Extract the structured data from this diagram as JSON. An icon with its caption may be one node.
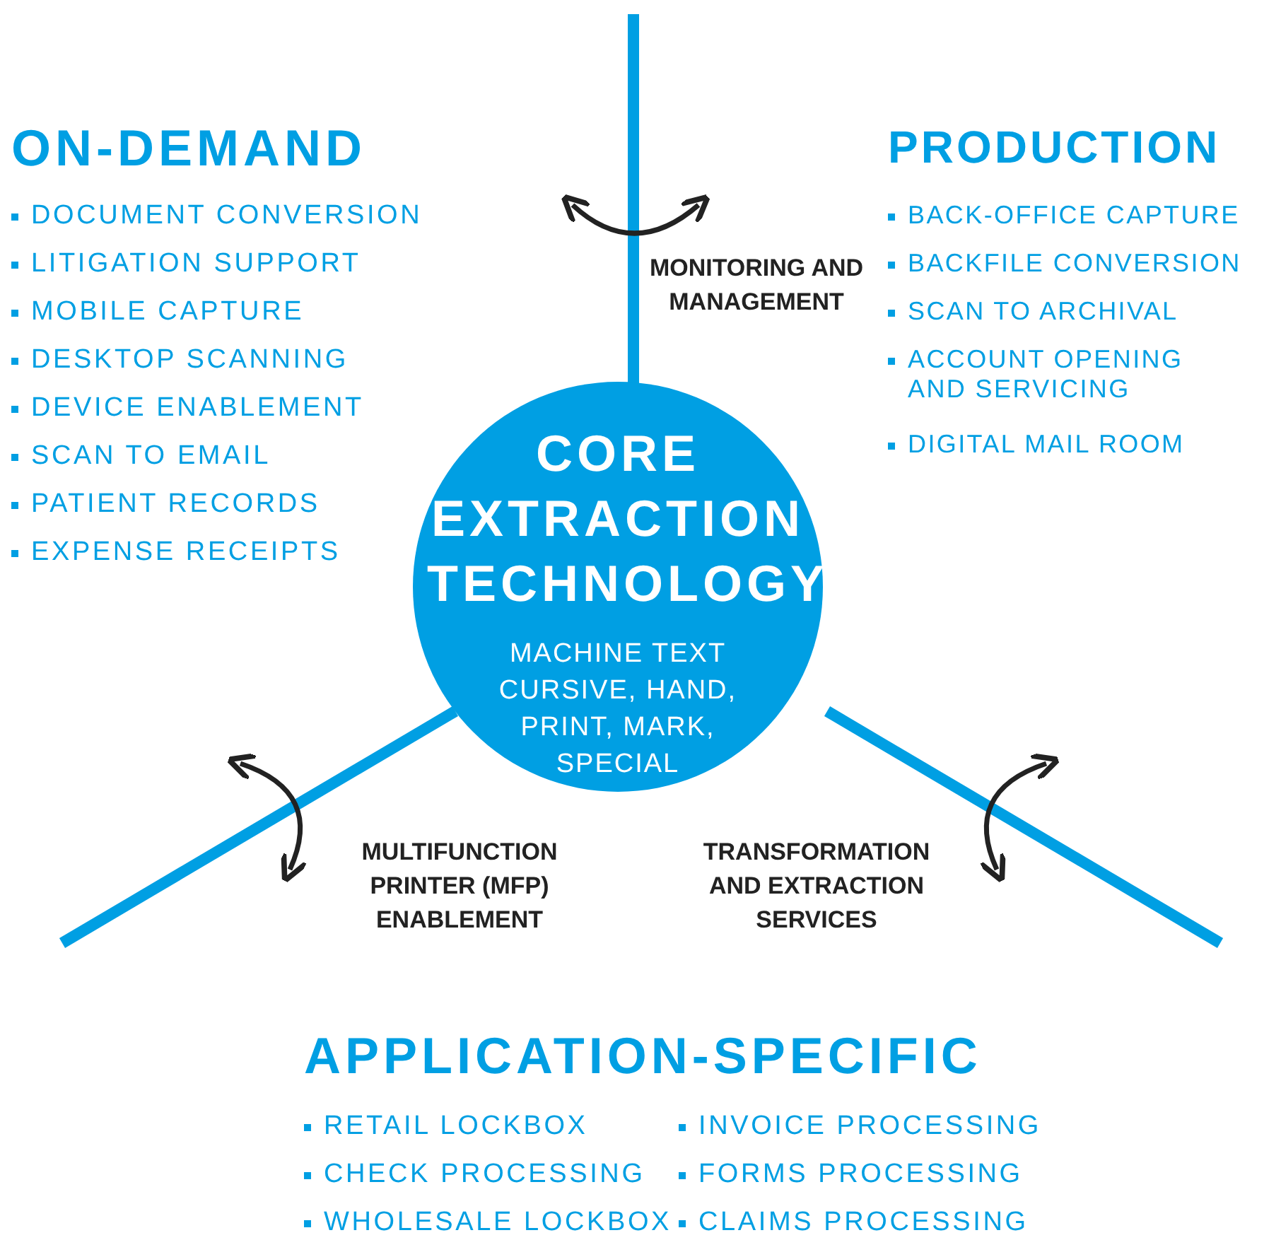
{
  "diagram": {
    "nodes": [
      {
        "text": [
          "CORE EXTRACTION TECHNOLOGY",
          "MACHINE TEXT CURSIVE, HAND, PRINT, MARK, SPECIAL"
        ]
      }
    ],
    "labels": [
      "ON-DEMAND",
      "DOCUMENT CONVERSION",
      "LITIGATION SUPPORT",
      "MOBILE CAPTURE",
      "DESKTOP SCANNING",
      "DEVICE ENABLEMENT",
      "SCAN TO EMAIL",
      "PATIENT RECORDS",
      "EXPENSE RECEIPTS",
      "PRODUCTION",
      "BACK-OFFICE CAPTURE",
      "BACKFILE CONVERSION",
      "SCAN TO ARCHIVAL",
      "ACCOUNT OPENING AND SERVICING",
      "DIGITAL MAIL ROOM",
      "MONITORING AND MANAGEMENT",
      "MULTIFUNCTION PRINTER (MFP) ENABLEMENT",
      "TRANSFORMATION AND EXTRACTION SERVICES",
      "APPLICATION-SPECIFIC",
      "RETAIL LOCKBOX",
      "INVOICE PROCESSING",
      "CHECK PROCESSING",
      "FORMS PROCESSING",
      "WHOLESALE LOCKBOX",
      "CLAIMS PROCESSING"
    ]
  }
}
